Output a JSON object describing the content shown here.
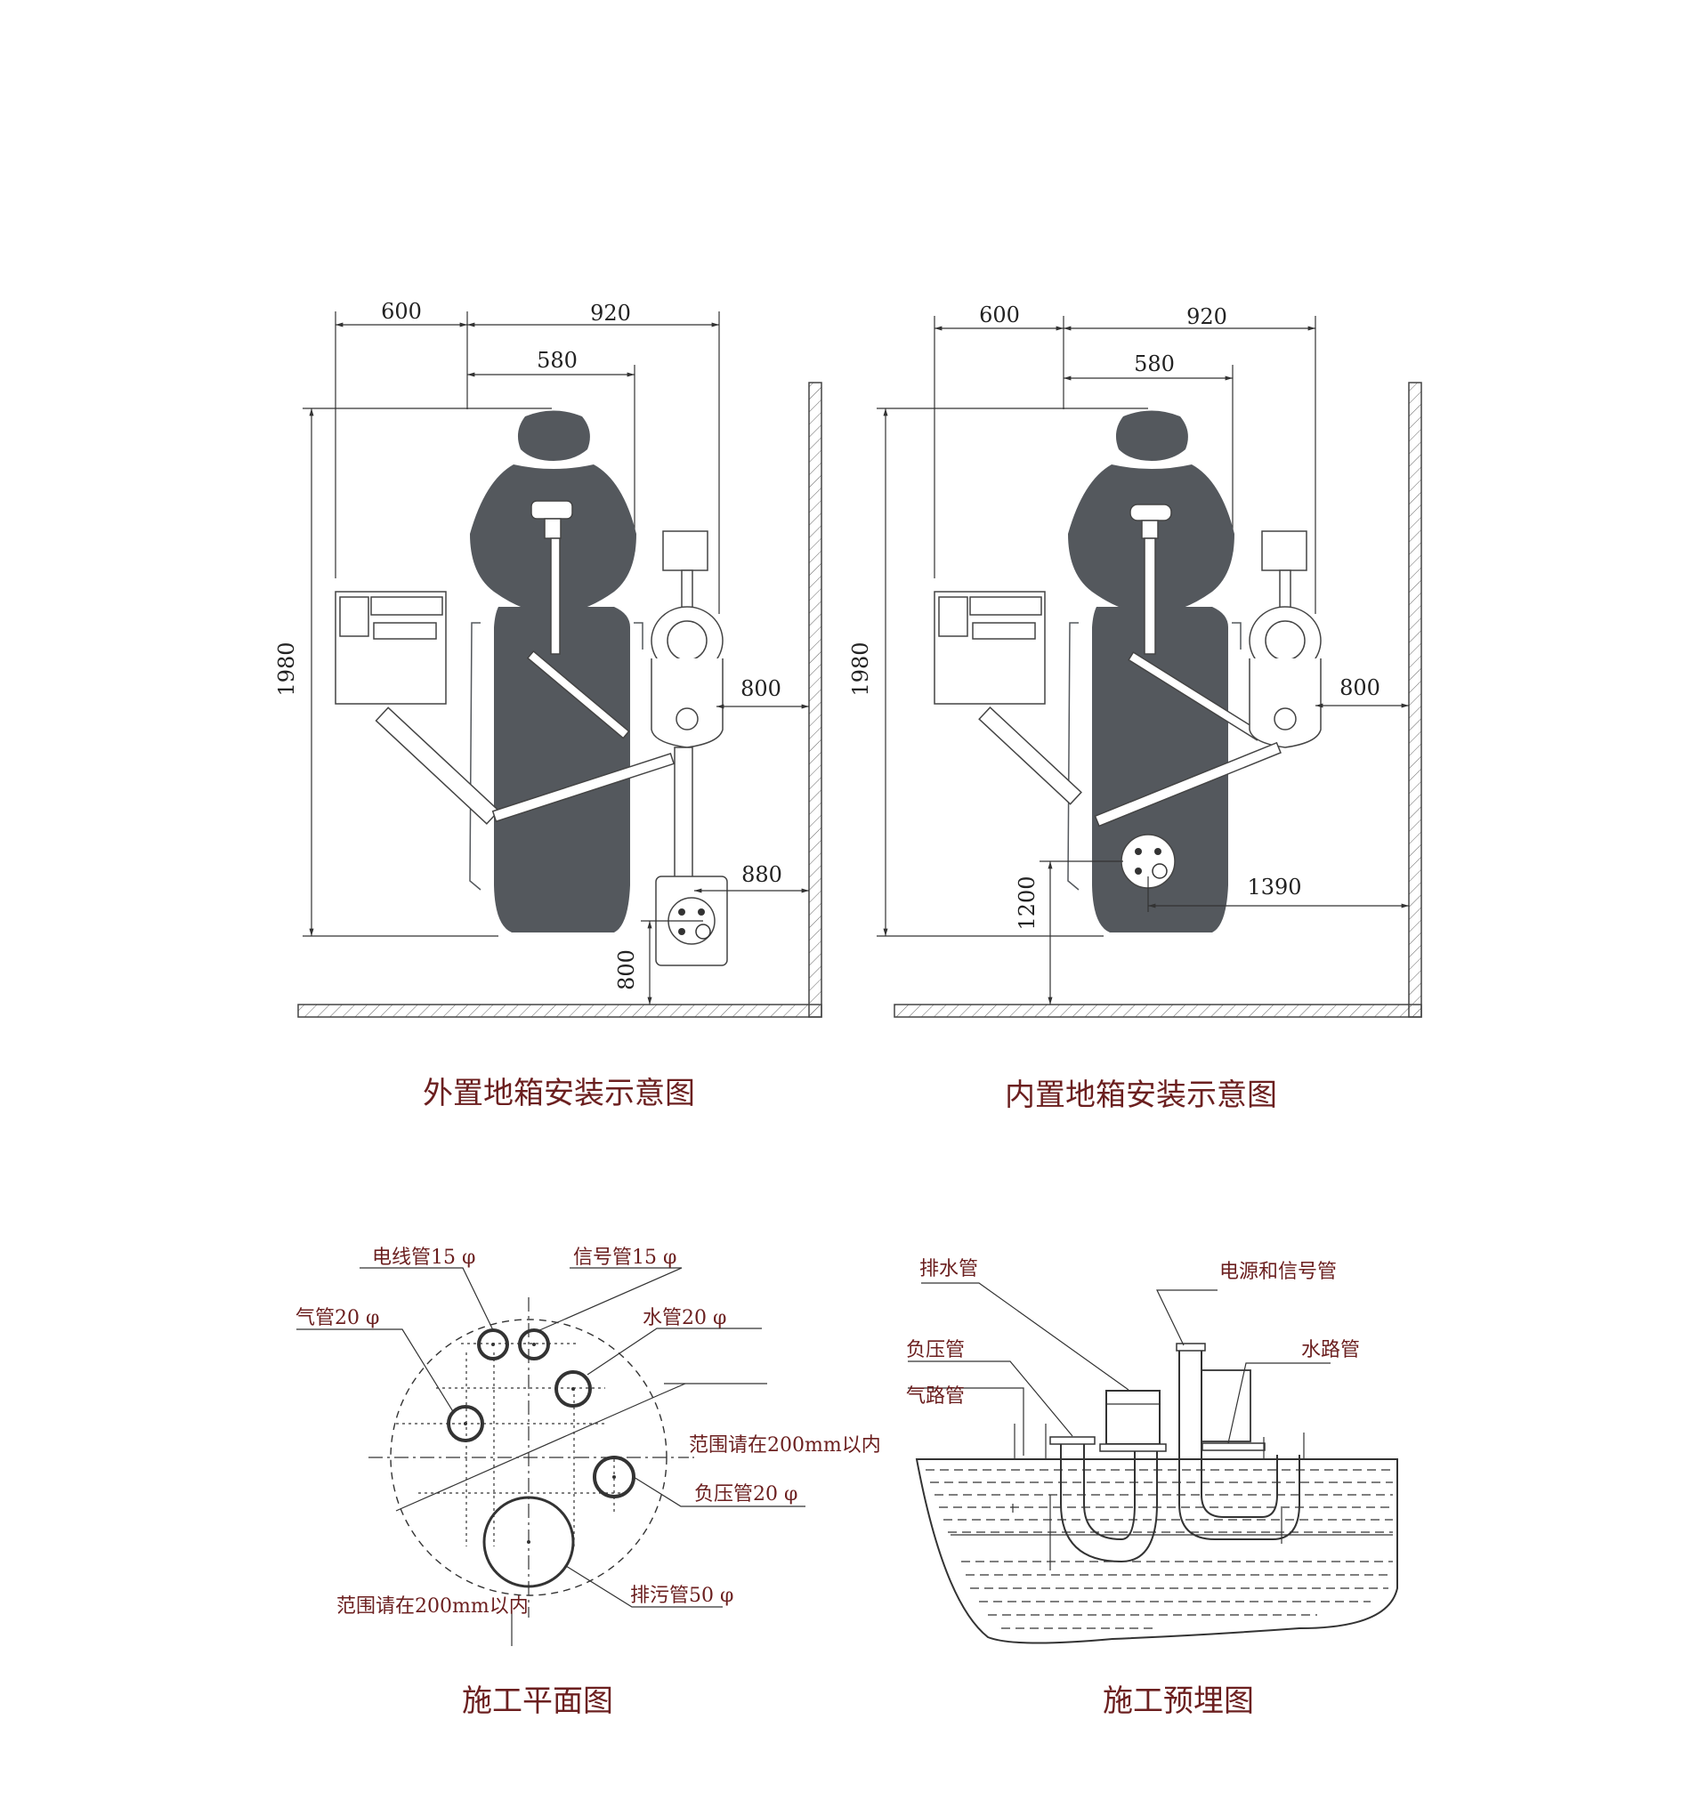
{
  "diagram1": {
    "dims": {
      "w600": "600",
      "w920": "920",
      "w580": "580",
      "h1980": "1980",
      "r800": "800",
      "r880": "880",
      "b800": "800"
    },
    "caption": "外置地箱安装示意图"
  },
  "diagram2": {
    "dims": {
      "w600": "600",
      "w920": "920",
      "w580": "580",
      "h1980": "1980",
      "r800": "800",
      "r1390": "1390",
      "h1200": "1200"
    },
    "caption": "内置地箱安装示意图"
  },
  "plan": {
    "labels": {
      "wire": "电线管15 φ",
      "signal": "信号管15 φ",
      "air": "气管20 φ",
      "water": "水管20 φ",
      "range_right": "范围请在200mm以内",
      "vacuum": "负压管20 φ",
      "drain": "排污管50 φ",
      "range_bottom": "范围请在200mm以内"
    },
    "caption": "施工平面图"
  },
  "section": {
    "labels": {
      "drain": "排水管",
      "power": "电源和信号管",
      "vacuum": "负压管",
      "waterway": "水路管",
      "airway": "气路管"
    },
    "caption": "施工预埋图"
  }
}
